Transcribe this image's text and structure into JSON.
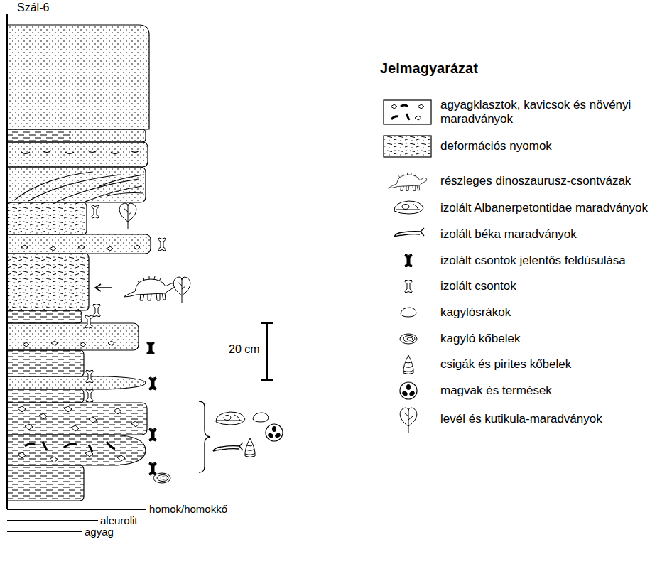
{
  "diagram": {
    "title": "Szál-6",
    "labels": [
      "Jelmagyarázat",
      "20 cm",
      "homok/homokkő",
      "aleurolit",
      "agyag"
    ],
    "legend": [
      {
        "text": "agyagklasztok, kavicsok és növényi maradványok"
      },
      {
        "text": "deformációs nyomok"
      },
      {
        "text": "részleges dinoszaurusz-csontvázak"
      },
      {
        "text": "izolált Albanerpetontidae maradványok"
      },
      {
        "text": "izolált béka maradványok"
      },
      {
        "text": "izolált csontok jelentős feldúsulása"
      },
      {
        "text": "izolált csontok"
      },
      {
        "text": "kagylósrákok"
      },
      {
        "text": "kagyló kőbelek"
      },
      {
        "text": "csigák és pirites kőbelek"
      },
      {
        "text": "magvak és termések"
      },
      {
        "text": "levél és kutikula-maradványok"
      }
    ]
  }
}
